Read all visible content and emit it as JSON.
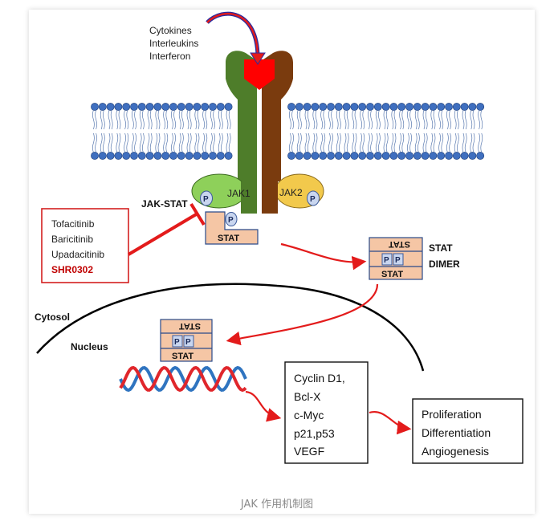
{
  "ligands": [
    "Cytokines",
    "Interleukins",
    "Interferon"
  ],
  "pathway_label": "JAK-STAT",
  "kinases": {
    "jak1": "JAK1",
    "jak2": "JAK2",
    "phospho": "P"
  },
  "stat_label": "STAT",
  "dimer_label": [
    "STAT",
    "DIMER"
  ],
  "compartments": {
    "cytosol": "Cytosol",
    "nucleus": "Nucleus"
  },
  "inhibitors": {
    "items": [
      "Tofacitinib",
      "Baricitinib",
      "Upadacitinib"
    ],
    "highlighted": "SHR0302"
  },
  "target_genes": [
    "Cyclin D1,",
    "Bcl-X",
    "c-Myc",
    "p21,p53",
    "VEGF"
  ],
  "outcomes": [
    "Proliferation",
    "Differentiation",
    "Angiogenesis"
  ],
  "caption": "JAK 作用机制图",
  "colors": {
    "jak1_receptor": "#4e7d2a",
    "jak2_receptor": "#7a3b0e",
    "ligand": "#ff0000",
    "lipid_head": "#3f6fbf",
    "jak1": "#8ed05a",
    "jak2": "#f2c94c",
    "stat": "#f5c6a5",
    "arrow": "#e31b1b",
    "inhibitor_text": "#c00000",
    "dna_red": "#e0262b",
    "dna_blue": "#2f74c0"
  }
}
